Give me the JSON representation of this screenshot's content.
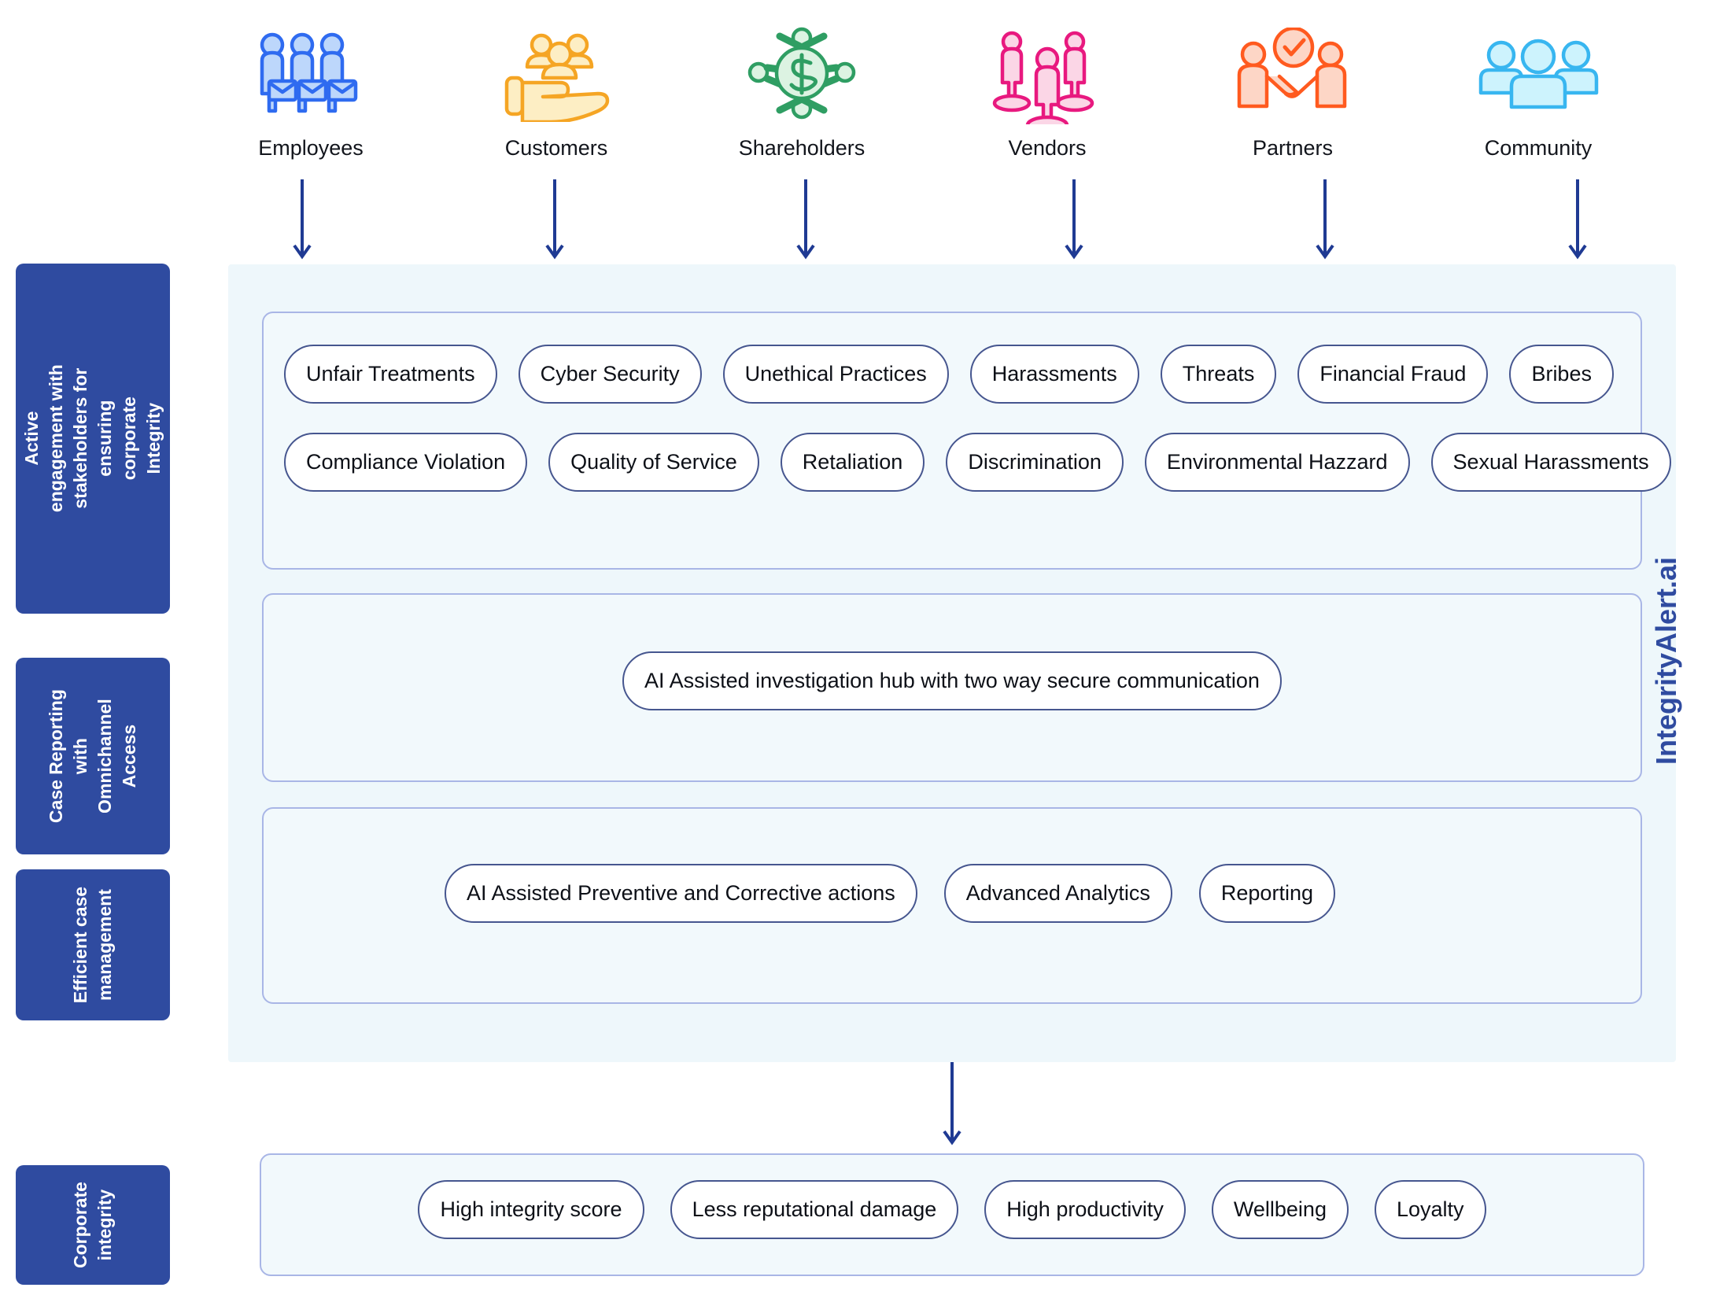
{
  "brand": {
    "name": "IntegrityAlert.ai",
    "color": "#2f4ba0"
  },
  "stakeholders": [
    {
      "label": "Employees",
      "icon": "employees-group-icon",
      "color": "#2f6bf0"
    },
    {
      "label": "Customers",
      "icon": "hand-holding-people-icon",
      "color": "#f5a524"
    },
    {
      "label": "Shareholders",
      "icon": "dollar-network-icon",
      "color": "#2f9e63"
    },
    {
      "label": "Vendors",
      "icon": "people-standing-icon",
      "color": "#e8197f"
    },
    {
      "label": "Partners",
      "icon": "handshake-check-icon",
      "color": "#ff5a1f"
    },
    {
      "label": "Community",
      "icon": "people-community-icon",
      "color": "#38b6f0"
    }
  ],
  "sidebar": {
    "boxes": [
      {
        "label": "Active engagement with\nstakeholders for ensuring\ncorporate Integrity"
      },
      {
        "label": "Case Reporting\nwith\nOmnichannel\nAccess"
      },
      {
        "label": "Efficient case\nmanagement"
      },
      {
        "label": "Corporate\nintegrity"
      }
    ],
    "color": "#2f4ba0"
  },
  "main": {
    "topics": {
      "row1": [
        "Unfair Treatments",
        "Cyber Security",
        "Unethical Practices",
        "Harassments",
        "Threats",
        "Financial Fraud",
        "Bribes"
      ],
      "row2": [
        "Compliance Violation",
        "Quality of Service",
        "Retaliation",
        "Discrimination",
        "Environmental Hazzard",
        "Sexual Harassments"
      ]
    },
    "hub": [
      "AI Assisted investigation hub with two way secure communication"
    ],
    "actions": [
      "AI Assisted Preventive and Corrective actions",
      "Advanced Analytics",
      "Reporting"
    ]
  },
  "outcomes": [
    "High integrity score",
    "Less reputational damage",
    "High productivity",
    "Wellbeing",
    "Loyalty"
  ],
  "colors": {
    "panel_background": "#eef7fb",
    "card_background": "#f2f9fc",
    "card_border": "#a9b6e6",
    "pill_border": "#46568f",
    "pill_background": "#ffffff",
    "arrow": "#1f3a93",
    "sidebar": "#2f4ba0",
    "text": "#0d1017"
  }
}
